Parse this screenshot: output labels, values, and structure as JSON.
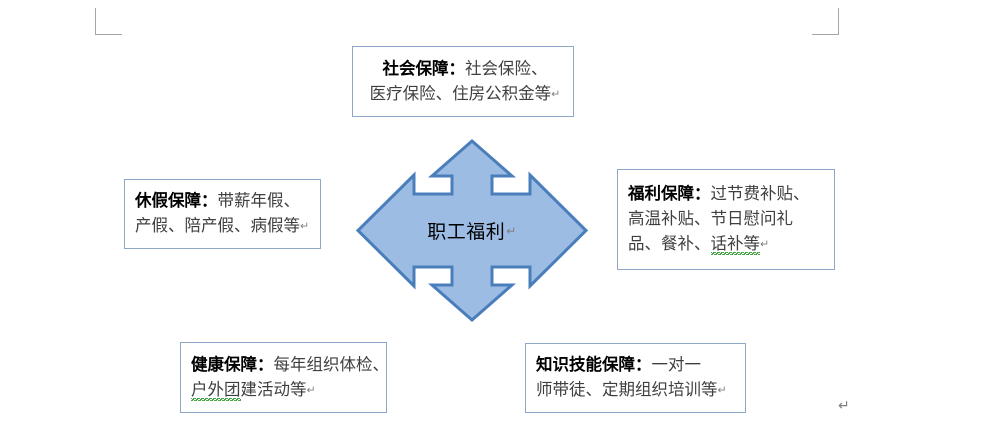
{
  "page": {
    "background": "#ffffff",
    "margin_mark_color": "#a6a6a6",
    "paragraph_mark": "↵"
  },
  "diagram": {
    "center": {
      "shape": "four-way-arrow",
      "label": "职工福利",
      "return_mark": "↵",
      "fill": "#9CBCE4",
      "stroke": "#4A7EBB"
    },
    "box_border_color": "#8ea9c7",
    "spell_underline_color": "#0a8a0a",
    "boxes": [
      {
        "id": "social-security",
        "position": "top",
        "heading": "社会保障：",
        "lines": [
          {
            "head": "社会保障：",
            "body": "社会保险、"
          },
          {
            "head": "",
            "body": "医疗保险、住房公积金等",
            "return_mark": "↵"
          }
        ]
      },
      {
        "id": "vacation-security",
        "position": "left",
        "heading": "休假保障：",
        "lines": [
          {
            "head": "休假保障：",
            "body": "带薪年假、"
          },
          {
            "head": "",
            "body": "产假、陪产假、病假等",
            "return_mark": "↵"
          }
        ]
      },
      {
        "id": "welfare-security",
        "position": "right",
        "heading": "福利保障：",
        "lines": [
          {
            "head": "福利保障：",
            "body": "过节费补贴、"
          },
          {
            "head": "",
            "body": "高温补贴、节日慰问礼"
          },
          {
            "head": "",
            "body_plain": "品、餐补、",
            "body_underlined": "话补等",
            "return_mark": "↵"
          }
        ]
      },
      {
        "id": "health-security",
        "position": "bottom-left",
        "heading": "健康保障：",
        "lines": [
          {
            "head": "健康保障：",
            "body": "每年组织体检、"
          },
          {
            "head": "",
            "body_underlined": "户外团",
            "body_plain": "建活动等",
            "return_mark": "↵"
          }
        ]
      },
      {
        "id": "knowledge-skill-security",
        "position": "bottom-right",
        "heading": "知识技能保障：",
        "lines": [
          {
            "head": "知识技能保障：",
            "body": "一对一"
          },
          {
            "head": "",
            "body": "师带徒、定期组织培训等",
            "return_mark": "↵"
          }
        ]
      }
    ]
  }
}
